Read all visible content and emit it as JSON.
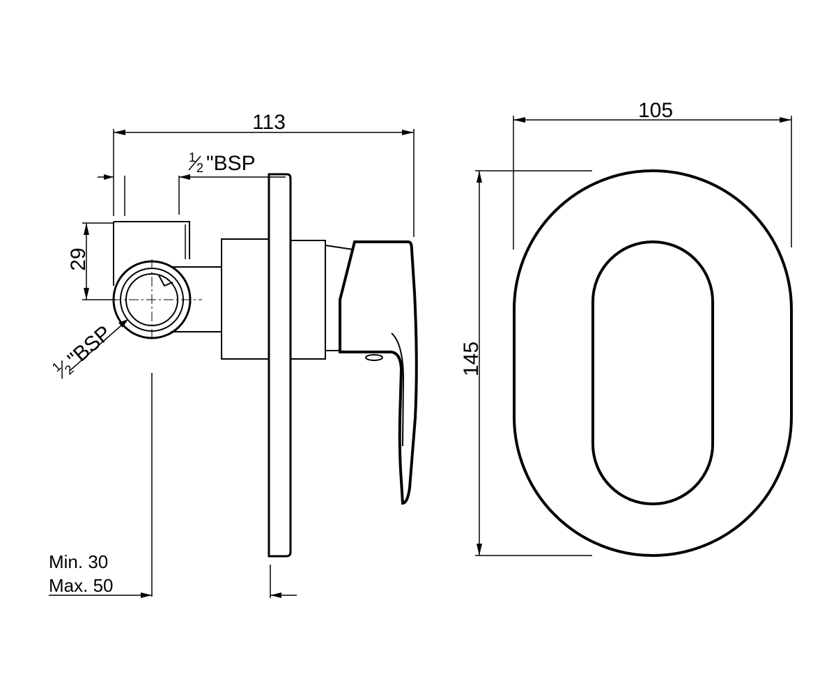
{
  "dimensions": {
    "overall_depth": "113",
    "plate_width": "105",
    "plate_height": "145",
    "inlet_offset": "29"
  },
  "thread_labels": {
    "top": {
      "fraction_num": "1",
      "fraction_den": "2",
      "suffix": "\"BSP"
    },
    "side": {
      "fraction_num": "1",
      "fraction_den": "2",
      "suffix": "\"BSP"
    }
  },
  "wall_depth": {
    "min_label": "Min. 30",
    "max_label": "Max. 50"
  }
}
